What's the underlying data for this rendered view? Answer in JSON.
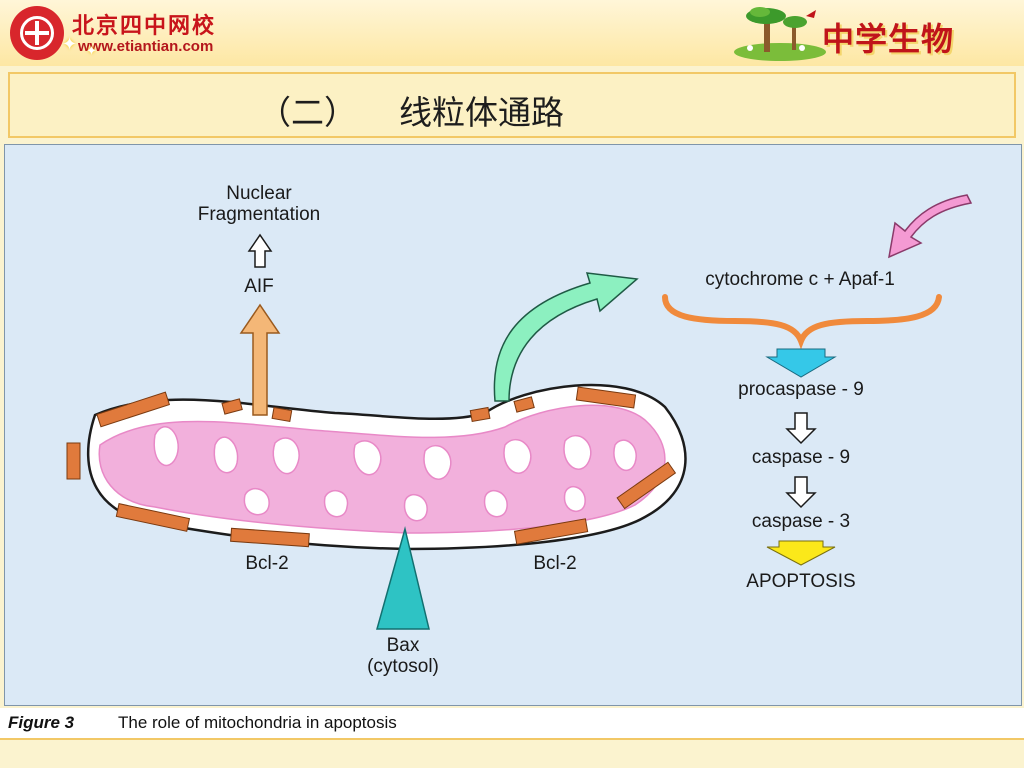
{
  "header": {
    "school_name": "北京四中网校",
    "school_url": "www.etiantian.com",
    "brand_text": "中学生物",
    "accent_color": "#c8141b"
  },
  "slide": {
    "title": "（二）    线粒体通路"
  },
  "diagram": {
    "nuclear_line1": "Nuclear",
    "nuclear_line2": "Fragmentation",
    "aif": "AIF",
    "cytochrome": "cytochrome c + Apaf-1",
    "procaspase9": "procaspase - 9",
    "caspase9": "caspase - 9",
    "caspase3": "caspase - 3",
    "apoptosis": "APOPTOSIS",
    "bcl2_left": "Bcl-2",
    "bcl2_right": "Bcl-2",
    "bax_line1": "Bax",
    "bax_line2": "(cytosol)",
    "colors": {
      "background": "#dbe9f6",
      "matrix": "#f2b0dc",
      "bcl2": "#e07a3c",
      "aif_arrow": "#f4b777",
      "cyto_arrow": "#8cf0c0",
      "pink_arrow": "#f49ad3",
      "bracket": "#f08a3c",
      "down_arrow": "#35c8e8",
      "apoptosis_arrow": "#fbe81a",
      "bax": "#2ec3c4"
    }
  },
  "caption": {
    "label": "Figure 3",
    "text": "The role of mitochondria in apoptosis"
  }
}
